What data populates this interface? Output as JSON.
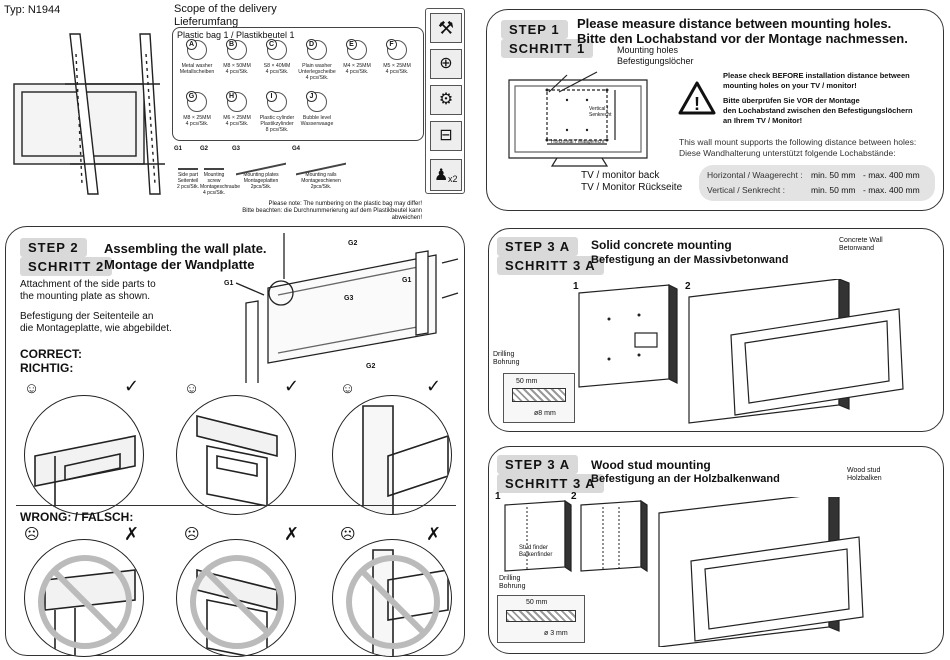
{
  "doc": {
    "type_label": "Typ: N1944",
    "scope_title": "Scope of the delivery",
    "scope_title_de": "Lieferumfang",
    "bag_title": "Plastic bag 1 / Plastikbeutel 1",
    "parts": [
      {
        "letter": "A",
        "label": "Metal washer\nMetallscheiben"
      },
      {
        "letter": "B",
        "label": "M8 × 50MM\n4 pcs/Stk."
      },
      {
        "letter": "C",
        "label": "S8 × 40MM\n4 pcs/Stk."
      },
      {
        "letter": "D",
        "label": "Plain washer\nUnterlegscheibe\n4 pcs/Stk."
      },
      {
        "letter": "E",
        "label": "M4 × 25MM\n4 pcs/Stk."
      },
      {
        "letter": "F",
        "label": "M5 × 25MM\n4 pcs/Stk."
      },
      {
        "letter": "G",
        "label": "M8 × 25MM\n4 pcs/Stk."
      },
      {
        "letter": "H",
        "label": "M6 × 25MM\n4 pcs/Stk."
      },
      {
        "letter": "I",
        "label": "Plastic cylinder\nPlastikzylinder\n8 pcs/Stk."
      },
      {
        "letter": "J",
        "label": "Bubble level\nWasserwaage"
      }
    ],
    "parts2": [
      {
        "code": "G1",
        "label": "Side part\nSeitenteil\n2 pcs/Stk."
      },
      {
        "code": "G2",
        "label": "Mounting screw\nMontageschraube\n4 pcs/Stk."
      },
      {
        "code": "G3",
        "label": "Mounting plates\nMontageplatten\n2pcs/Stk."
      },
      {
        "code": "G4",
        "label": "Mounting rails\nMontageschienen\n2pcs/Stk."
      }
    ],
    "note1": "Please note: The numbering on the plastic bag may differ!",
    "note2": "Bitte beachten: die Durchnummerierung auf dem Plastikbeutel kann abweichen!",
    "people_count": "x2"
  },
  "step1": {
    "label": "STEP 1",
    "label_de": "SCHRITT 1",
    "title": "Please measure distance between mounting holes.",
    "title_de": "Bitte den Lochabstand vor der Montage nachmessen.",
    "holes_label": "Mounting holes",
    "holes_label_de": "Befestigungslöcher",
    "vertical_label": "Vertical /\nSenkrecht",
    "horizontal_label": "Horizontal / Waagerecht",
    "tv_back": "TV / monitor back",
    "tv_back_de": "TV / Monitor Rückseite",
    "warn_en": "Please check BEFORE installation distance between\nmounting holes on your TV / monitor!",
    "warn_de": "Bitte überprüfen Sie VOR der Montage\nden Lochabstand zwischen den Befestigungslöchern\nan Ihrem TV / Monitor!",
    "support_en": "This wall mount supports the following distance between holes:",
    "support_de": "Diese Wandhalterung unterstützt folgende Lochabstände:",
    "h_label": "Horizontal / Waagerecht :",
    "v_label": "Vertical / Senkrecht :",
    "h_min": "min. 50 mm",
    "h_max": "- max. 400 mm",
    "v_min": "min. 50 mm",
    "v_max": "- max. 400 mm"
  },
  "step2": {
    "label": "STEP 2",
    "label_de": "SCHRITT 2",
    "title": "Assembling the wall plate.",
    "title_de": "Montage der Wandplatte",
    "desc_en": "Attachment of the side parts to\nthe mounting plate as shown.",
    "desc_de": "Befestigung der Seitenteile an\ndie Montageplatte, wie abgebildet.",
    "correct": "CORRECT:",
    "correct_de": "RICHTIG:",
    "wrong": "WRONG: / FALSCH:",
    "g1": "G1",
    "g2": "G2",
    "g3": "G3"
  },
  "step3a": {
    "label": "STEP 3 A",
    "label_de": "SCHRITT 3 A",
    "title": "Solid concrete mounting",
    "title_de": "Befestigung an der Massivbetonwand",
    "wall_label": "Concrete Wall\nBetonwand",
    "drilling": "Drilling\nBohrung",
    "dim": "50 mm",
    "dia": "ø8  mm",
    "n1": "1",
    "n2": "2"
  },
  "step3b": {
    "label": "STEP 3 A",
    "label_de": "SCHRITT 3 A",
    "title": "Wood stud mounting",
    "title_de": "Befestigung an der Holzbalkenwand",
    "wall_label": "Wood stud\nHolzbalken",
    "stud_finder": "Stud finder\nBalkenfinder",
    "drilling": "Drilling\nBohrung",
    "dim": "50 mm",
    "dia": "ø 3 mm",
    "n1": "1",
    "n2": "2"
  },
  "colors": {
    "panel_border": "#333333",
    "step_bg": "#d9d9d9",
    "support_bg": "#e3e3e3"
  }
}
